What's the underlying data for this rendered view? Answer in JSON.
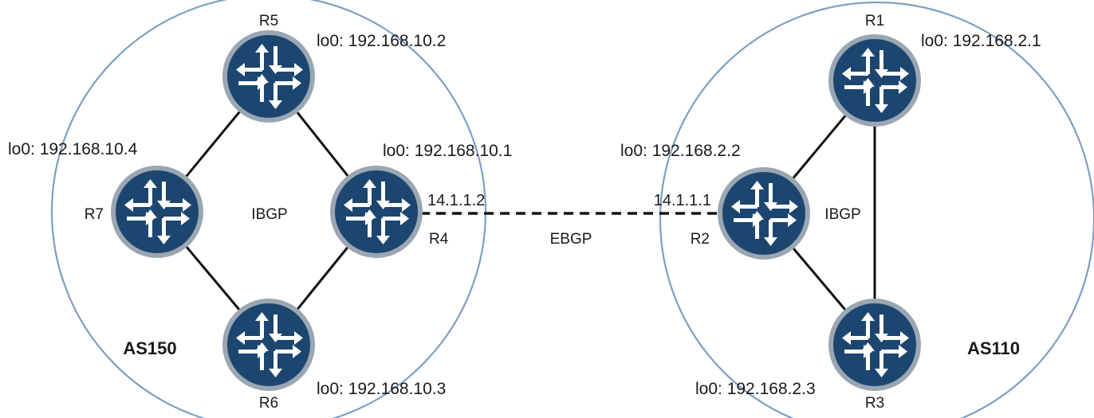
{
  "autonomous_systems": {
    "left": {
      "name": "AS150",
      "protocol": "IBGP"
    },
    "right": {
      "name": "AS110",
      "protocol": "IBGP"
    }
  },
  "inter_as": {
    "protocol": "EBGP",
    "left_ip": "14.1.1.2",
    "right_ip": "14.1.1.1"
  },
  "routers": {
    "R5": {
      "name": "R5",
      "loopback": "lo0: 192.168.10.2"
    },
    "R7": {
      "name": "R7",
      "loopback": "lo0: 192.168.10.4"
    },
    "R4": {
      "name": "R4",
      "loopback": "lo0: 192.168.10.1"
    },
    "R6": {
      "name": "R6",
      "loopback": "lo0: 192.168.10.3"
    },
    "R1": {
      "name": "R1",
      "loopback": "lo0: 192.168.2.1"
    },
    "R2": {
      "name": "R2",
      "loopback": "lo0: 192.168.2.2"
    },
    "R3": {
      "name": "R3",
      "loopback": "lo0: 192.168.2.3"
    }
  },
  "colors": {
    "router_fill": "#1c4670",
    "router_ring": "#9aa6b2",
    "as_ring": "#7f9fc0",
    "link": "#111111"
  },
  "icons": {
    "router": "router-arrows-icon"
  }
}
